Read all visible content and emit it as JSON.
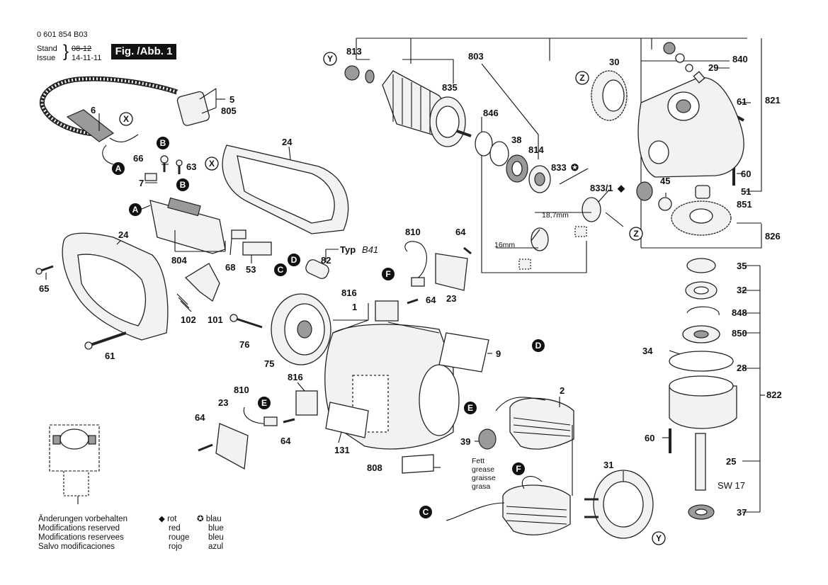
{
  "header": {
    "doc_number": "0 601 854 B03",
    "stand_label": "Stand",
    "issue_label": "Issue",
    "stand_value_struck": "08-12",
    "issue_value": "14-11-11",
    "figure_label": "Fig. /Abb. 1"
  },
  "notes": {
    "modifications": [
      "Änderungen vorbehalten",
      "Modifications reserved",
      "Modifications reservees",
      "Salvo modificaciones"
    ],
    "diamond_legend": [
      "rot",
      "red",
      "rouge",
      "rojo"
    ],
    "star_legend": [
      "blau",
      "blue",
      "bleu",
      "azul"
    ],
    "grease_note": [
      "Fett",
      "grease",
      "graisse",
      "grasa"
    ],
    "type_note": "Typ",
    "type_value": "B41",
    "dimension_a": "18,7mm",
    "dimension_b": "16mm",
    "wrench_size": "SW 17"
  },
  "callout_letters": {
    "a": "A",
    "b": "B",
    "c": "C",
    "d": "D",
    "e": "E",
    "f": "F",
    "x": "X",
    "y": "Y",
    "z": "Z"
  },
  "parts": {
    "p1": "1",
    "p2": "2",
    "p5": "5",
    "p6": "6",
    "p7": "7",
    "p9": "9",
    "p23": "23",
    "p24": "24",
    "p25": "25",
    "p28": "28",
    "p29": "29",
    "p30": "30",
    "p31": "31",
    "p32": "32",
    "p34": "34",
    "p35": "35",
    "p37": "37",
    "p38": "38",
    "p39": "39",
    "p45": "45",
    "p51": "51",
    "p53": "53",
    "p60": "60",
    "p61": "61",
    "p63": "63",
    "p64": "64",
    "p65": "65",
    "p66": "66",
    "p68": "68",
    "p75": "75",
    "p76": "76",
    "p82": "82",
    "p101": "101",
    "p102": "102",
    "p131": "131",
    "p803": "803",
    "p804": "804",
    "p805": "805",
    "p808": "808",
    "p810": "810",
    "p813": "813",
    "p814": "814",
    "p816": "816",
    "p821": "821",
    "p822": "822",
    "p826": "826",
    "p833s": "833",
    "p833d": "833/1",
    "p835": "835",
    "p840": "840",
    "p846": "846",
    "p848": "848",
    "p850": "850",
    "p851": "851"
  },
  "colors": {
    "ink": "#111111",
    "badge_bg": "#111111",
    "badge_text": "#ffffff"
  },
  "icons": [
    "diamond-icon",
    "star-icon"
  ]
}
